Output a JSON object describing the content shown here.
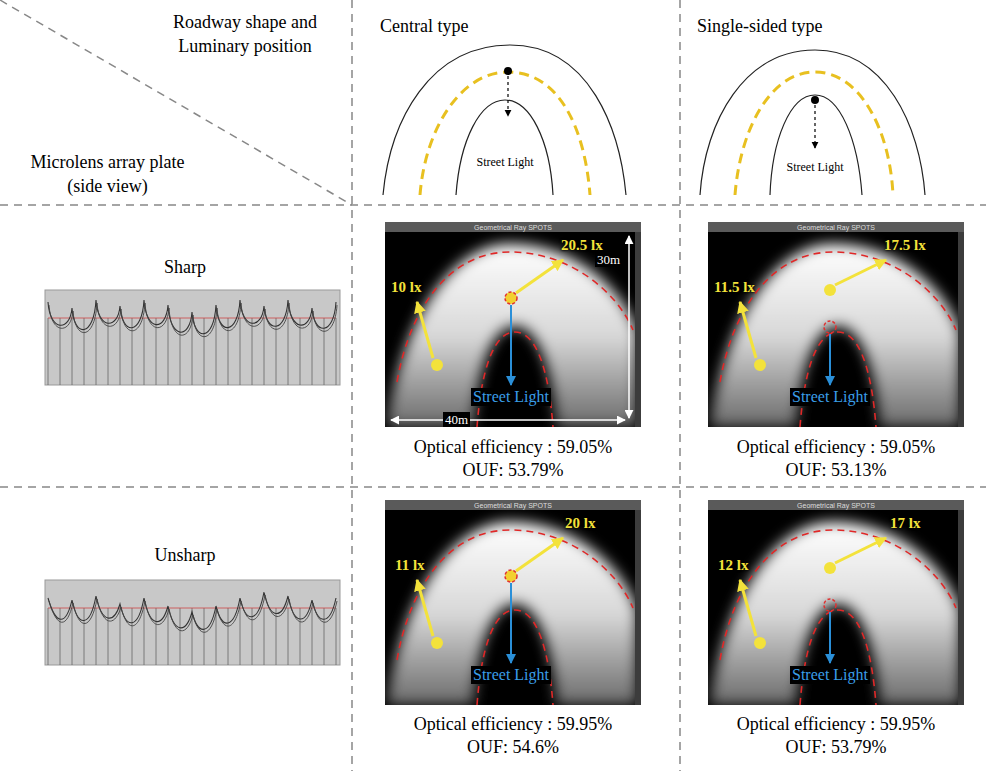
{
  "diagram": {
    "labels": [
      "Roadway shape and Luminary position",
      "Microlens array plate (side view)",
      "Central type",
      "Street Light",
      "Single-sided type",
      "Street Light",
      "Sharp",
      "Geometrical Ray SPOTS",
      "10 lx",
      "20.5 lx",
      "30m",
      "Street Light",
      "40m",
      "Optical efficiency : 59.05%",
      "OUF: 53.79%",
      "Geometrical Ray SPOTS",
      "11.5 lx",
      "17.5 lx",
      "Street Light",
      "Optical efficiency : 59.05%",
      "OUF: 53.13%",
      "Unsharp",
      "Geometrical Ray SPOTS",
      "11 lx",
      "20 lx",
      "Street Light",
      "Optical efficiency : 59.95%",
      "OUF: 54.6%",
      "Geometrical Ray SPOTS",
      "12 lx",
      "17 lx",
      "Street Light",
      "Optical efficiency : 59.95%",
      "OUF: 53.79%"
    ]
  }
}
